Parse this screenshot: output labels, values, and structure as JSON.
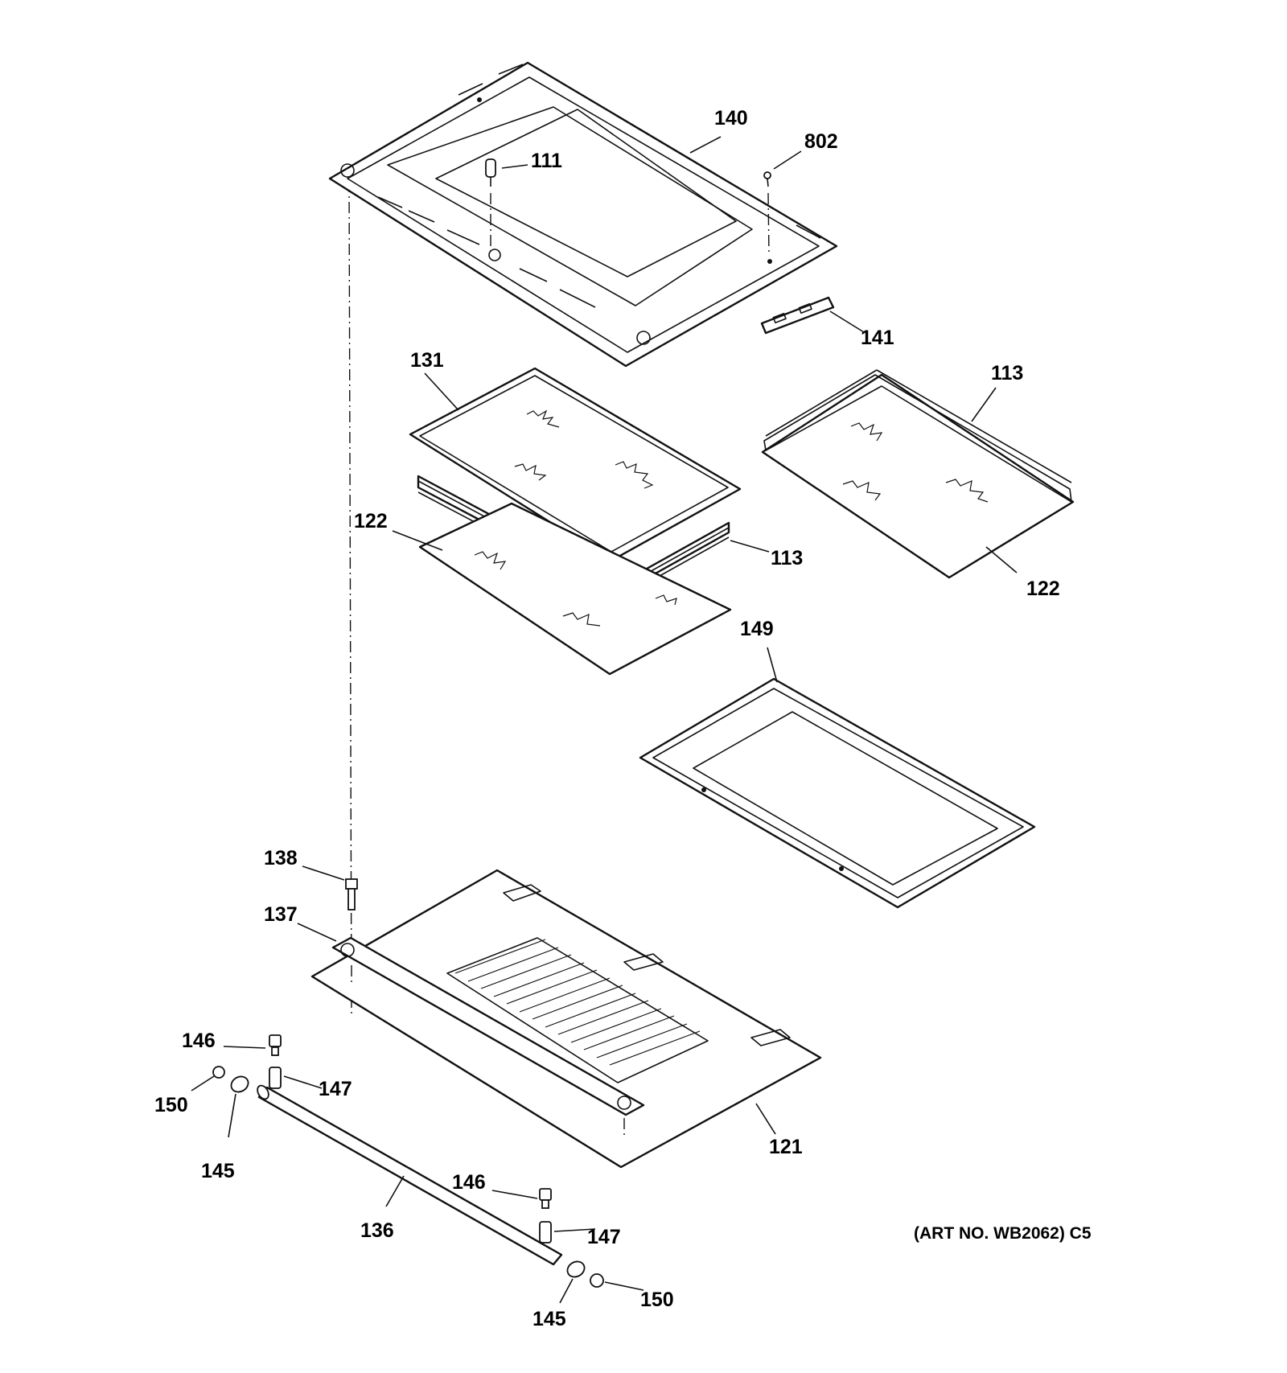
{
  "callouts": {
    "c140": "140",
    "c802": "802",
    "c111": "111",
    "c141": "141",
    "c131": "131",
    "c113a": "113",
    "c113b": "113",
    "c122a": "122",
    "c122b": "122",
    "c149": "149",
    "c138": "138",
    "c137": "137",
    "c146a": "146",
    "c147a": "147",
    "c150a": "150",
    "c145a": "145",
    "c121": "121",
    "c136": "136",
    "c146b": "146",
    "c147b": "147",
    "c150b": "150",
    "c145b": "145"
  },
  "art_number": "(ART NO. WB2062) C5"
}
